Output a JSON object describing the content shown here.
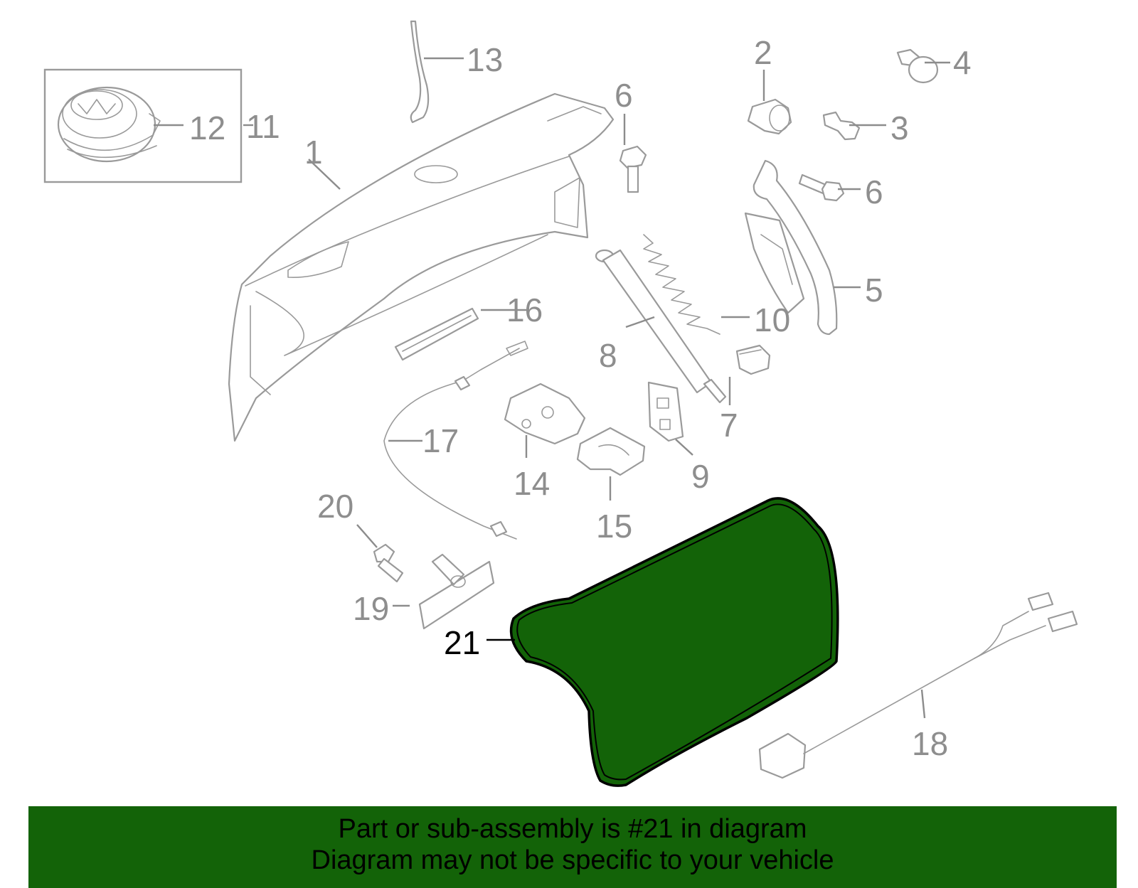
{
  "callouts": {
    "c1": "1",
    "c2": "2",
    "c3": "3",
    "c4": "4",
    "c5": "5",
    "c6a": "6",
    "c6b": "6",
    "c7": "7",
    "c8": "8",
    "c9": "9",
    "c10": "10",
    "c11": "11",
    "c12": "12",
    "c13": "13",
    "c14": "14",
    "c15": "15",
    "c16": "16",
    "c17": "17",
    "c18": "18",
    "c19": "19",
    "c20": "20",
    "c21": "21"
  },
  "highlight": {
    "part": "21",
    "fill_color": "#136308",
    "text_color": "#000000"
  },
  "colors": {
    "part_stroke": "#9a9a9a",
    "callout_text": "#8e8e8e",
    "banner_bg": "#136308"
  },
  "banner": {
    "line1": "Part or sub-assembly is #21 in diagram",
    "line2": "Diagram may not be specific to your vehicle"
  }
}
